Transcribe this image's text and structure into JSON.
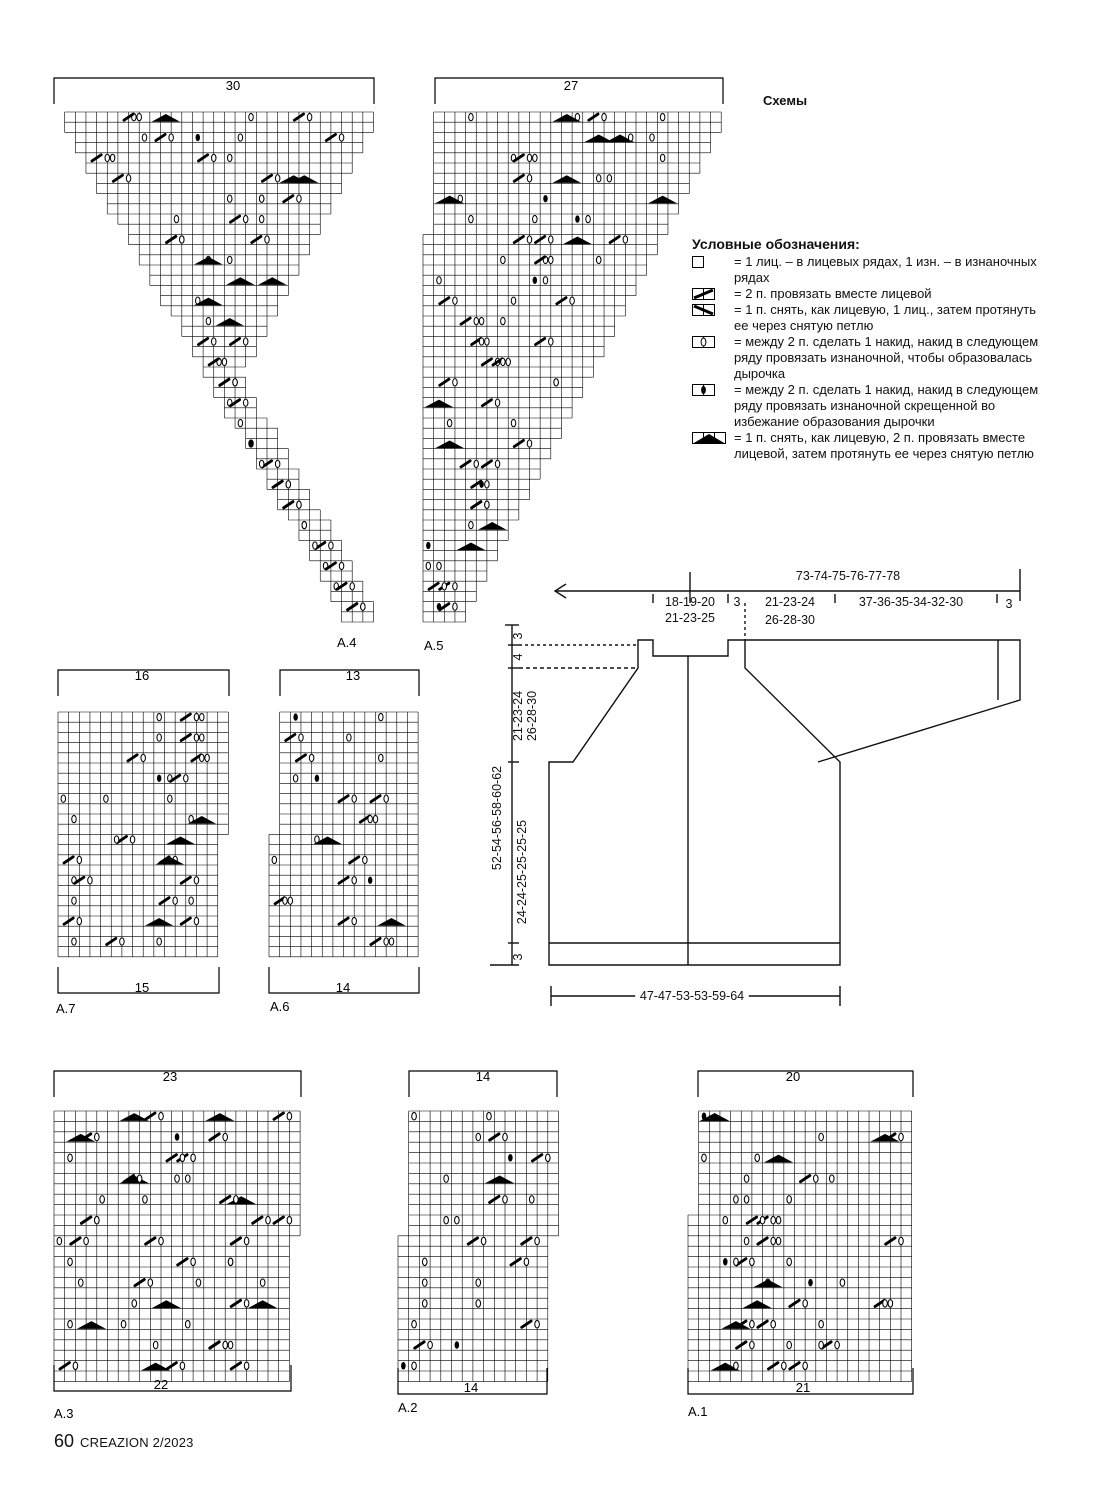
{
  "section_title": "Схемы",
  "legend": {
    "title": "Условные обозначения:",
    "items": [
      {
        "icon": "knit-purl-square-icon",
        "text": "= 1 лиц. – в лицевых рядах, 1 изн. – в изнаночных рядах"
      },
      {
        "icon": "k2tog-icon",
        "text": "= 2 п. провязать вместе лицевой"
      },
      {
        "icon": "skpo-icon",
        "text": "= 1 п. снять, как лицевую, 1 лиц., затем протянуть ее через снятую петлю"
      },
      {
        "icon": "yarn-over-icon",
        "text": "= между 2 п. сделать 1 накид, накид в следующем ряду провязать изнаночной, чтобы образовалась дырочка"
      },
      {
        "icon": "twisted-yarn-over-icon",
        "text": "= между 2 п. сделать 1 накид, накид в следующем ряду провязать изнаночной скрещенной во избежание образования дырочки"
      },
      {
        "icon": "sk2po-icon",
        "text": "= 1 п. снять, как лицевую, 2 п. провязать вместе лицевой, затем протянуть ее через снятую петлю"
      }
    ]
  },
  "charts": {
    "a4": {
      "name": "A.4",
      "top": "30"
    },
    "a5": {
      "name": "A.5",
      "top": "27"
    },
    "a7": {
      "name": "A.7",
      "top": "16",
      "bottom": "15"
    },
    "a6": {
      "name": "A.6",
      "top": "13",
      "bottom": "14"
    },
    "a3": {
      "name": "A.3",
      "top": "23",
      "bottom": "22"
    },
    "a2": {
      "name": "A.2",
      "top": "14",
      "bottom": "14"
    },
    "a1": {
      "name": "A.1",
      "top": "20",
      "bottom": "21"
    }
  },
  "schematic": {
    "top_span": "73-74-75-76-77-78",
    "neck_width": "18-19-20",
    "neck_width_2": "21-23-25",
    "neck_edge": "3",
    "shoulder": "21-23-24",
    "shoulder_2": "26-28-30",
    "sleeve": "37-36-35-34-32-30",
    "cuff": "3",
    "neck_drop": "3",
    "collar": "4",
    "raglan_depth": "21-23-24",
    "raglan_depth_2": "26-28-30",
    "total_length": "52-54-56-58-60-62",
    "body_length": "24-24-25-25-25-25",
    "hem": "3",
    "width": "47-47-53-53-59-64"
  },
  "footer": {
    "page": "60",
    "magazine": "CREAZION 2/2023"
  }
}
